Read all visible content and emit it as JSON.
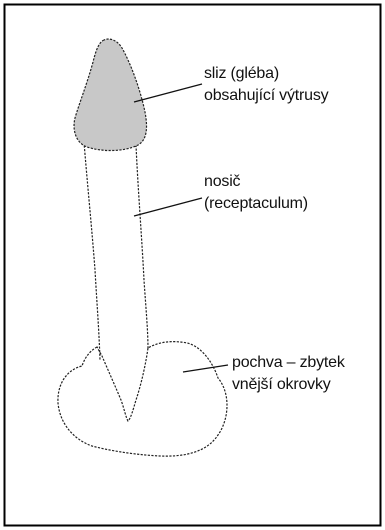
{
  "diagram": {
    "labels": {
      "gleba": {
        "line1": "sliz (gléba)",
        "line2": "obsahující výtrusy"
      },
      "receptaculum": {
        "line1": "nosič",
        "line2": "(receptaculum)"
      },
      "pochva": {
        "line1": "pochva – zbytek",
        "line2": "vnější okrovky"
      }
    },
    "colors": {
      "gleba_fill": "#c8c8c8",
      "outline": "#222222",
      "frame": "#000000"
    }
  }
}
